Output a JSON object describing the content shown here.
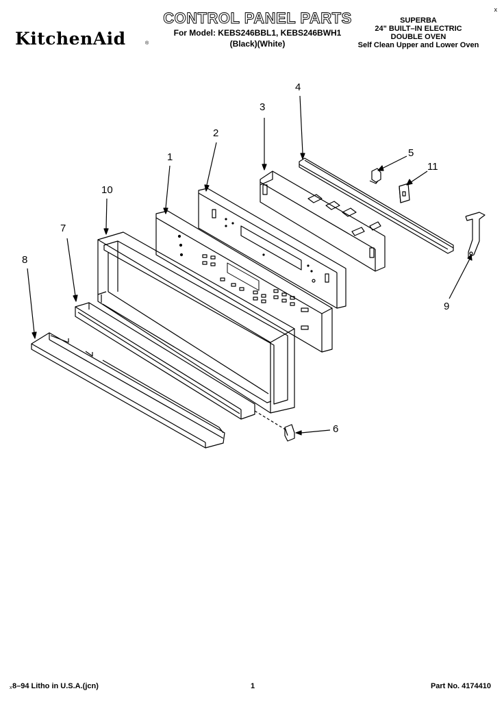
{
  "header": {
    "brand": "KitchenAid",
    "brand_mark": "®",
    "title": "CONTROL PANEL PARTS",
    "model_line": "For Model: KEBS246BBL1, KEBS246BWH1",
    "color_line": "(Black)(White)",
    "info": {
      "line1": "SUPERBA",
      "line2": "24\" BUILT–IN ELECTRIC",
      "line3": "DOUBLE OVEN",
      "line4": "Self Clean Upper and Lower Oven"
    },
    "corner_mark": "x"
  },
  "callouts": {
    "c1": "1",
    "c2": "2",
    "c3": "3",
    "c4": "4",
    "c5": "5",
    "c6": "6",
    "c7": "7",
    "c8": "8",
    "c9": "9",
    "c10": "10",
    "c11": "11"
  },
  "footer": {
    "tick": "x",
    "litho": "8–94 Litho in U.S.A.(jcn)",
    "page": "1",
    "part_no": "Part No. 4174410"
  }
}
